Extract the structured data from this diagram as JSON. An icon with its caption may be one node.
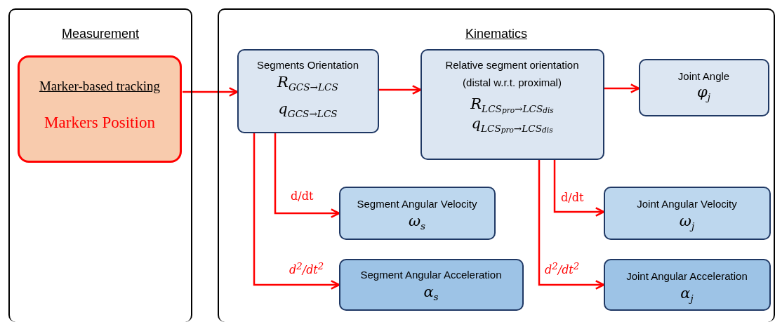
{
  "diagram": {
    "nodes": [
      {
        "text": [
          "Measurement"
        ]
      },
      {
        "text": [
          "Marker-based tracking",
          "Markers Position"
        ],
        "in": 0
      },
      {
        "text": [
          "Kinematics"
        ]
      },
      {
        "text": [
          "Segments Orientation",
          "R$_{GCS→LCS}$",
          "q$_{GCS→LCS}$"
        ],
        "in": 2
      },
      {
        "text": [
          "Relative segment orientation",
          "(distal w.r.t. proximal)",
          "R$_{LCS}$$_{pro}$$_{→LCS}$$_{dis}$",
          "q$_{LCS}$$_{pro}$$_{→LCS}$$_{dis}$"
        ],
        "in": 2
      },
      {
        "text": [
          "Joint Angle",
          "φ$_{j}$"
        ],
        "in": 2
      },
      {
        "text": [
          "Segment Angular Velocity",
          "ω$_{s}$"
        ],
        "in": 2
      },
      {
        "text": [
          "Segment Angular Acceleration",
          "α$_{s}$"
        ],
        "in": 2
      },
      {
        "text": [
          "Joint Angular Velocity",
          "ω$_{j}$"
        ],
        "in": 2
      },
      {
        "text": [
          "Joint Angular Acceleration",
          "α$_{j}$"
        ],
        "in": 2
      }
    ],
    "edges": [
      {
        "from": 1,
        "to": 3,
        "arrow": "to"
      },
      {
        "from": 3,
        "to": 4,
        "arrow": "to"
      },
      {
        "from": 4,
        "to": 5,
        "arrow": "to"
      },
      {
        "from": 3,
        "to": 6,
        "arrow": "to",
        "label": "d/dt"
      },
      {
        "from": 3,
        "to": 7,
        "arrow": "to",
        "label": "d$^{2}$/dt$^{2}$"
      },
      {
        "from": 4,
        "to": 8,
        "arrow": "to",
        "label": "d/dt"
      },
      {
        "from": 4,
        "to": 9,
        "arrow": "to",
        "label": "d$^{2}$/dt$^{2}$"
      }
    ]
  }
}
